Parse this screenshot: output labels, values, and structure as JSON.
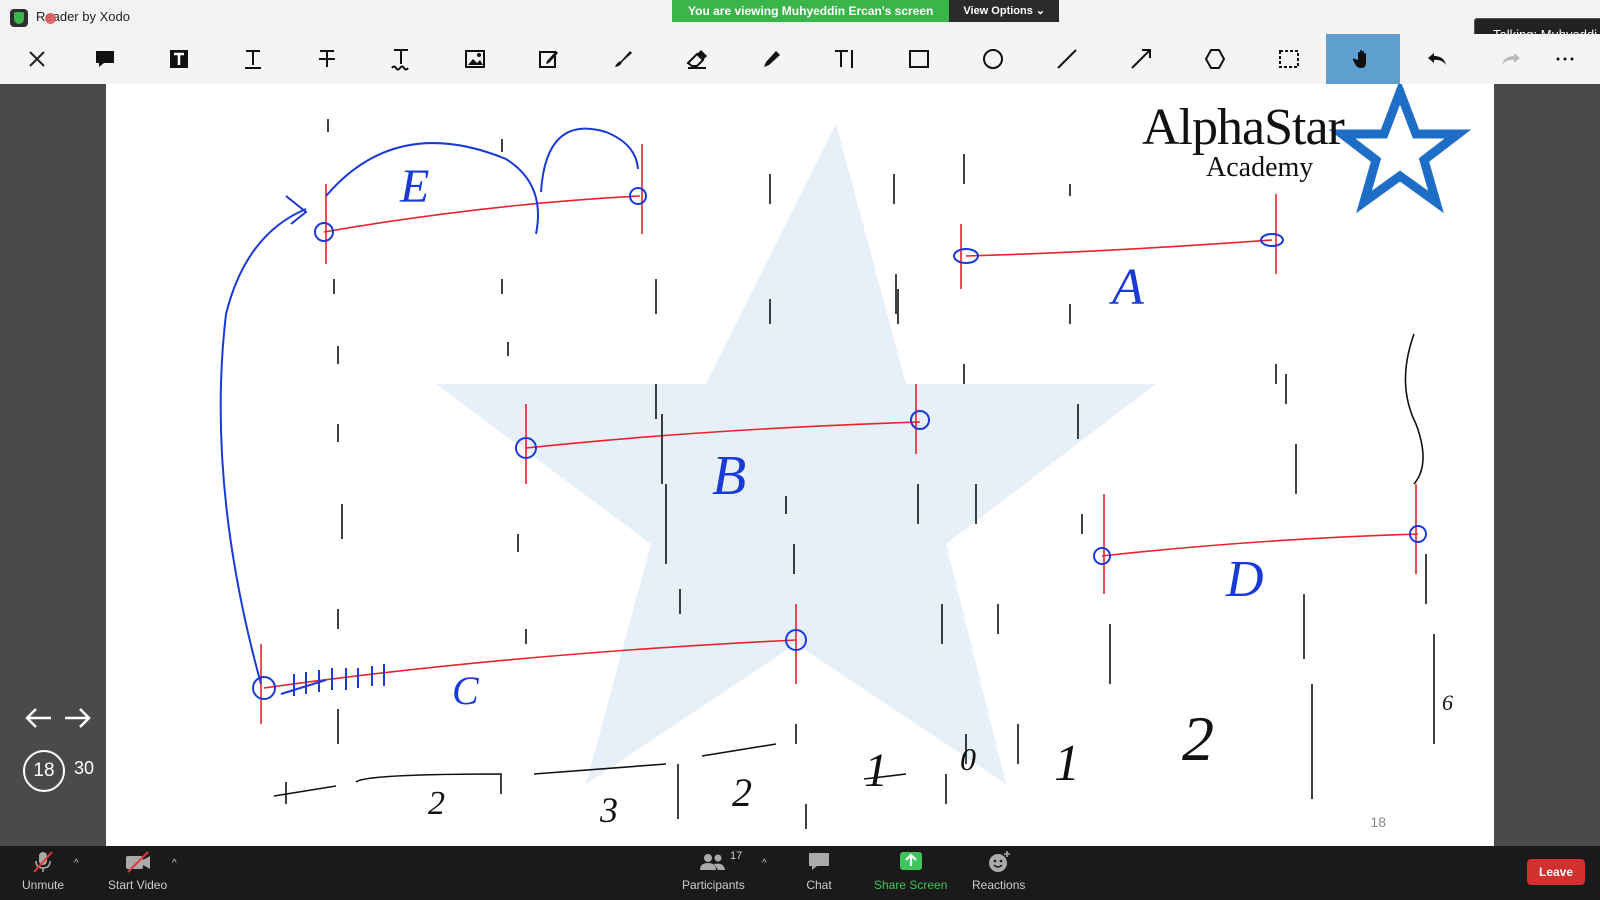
{
  "window": {
    "title": "Reader by Xodo"
  },
  "share_banner": {
    "message": "You are viewing Muhyeddin Ercan's screen",
    "view_options": "View Options"
  },
  "talking": {
    "label": "Talking: Muhyeddi"
  },
  "toolbar": {
    "tools": [
      "close-icon",
      "comment-icon",
      "text-bold-icon",
      "text-underline-icon",
      "text-strikethrough-icon",
      "text-squiggly-icon",
      "image-icon",
      "signature-icon",
      "pen-icon",
      "eraser-icon",
      "highlighter-icon",
      "free-text-icon",
      "rectangle-icon",
      "ellipse-icon",
      "line-icon",
      "arrow-icon",
      "polygon-icon",
      "selection-icon",
      "hand-icon",
      "undo-icon",
      "redo-icon",
      "more-icon"
    ],
    "active_tool": "hand-icon"
  },
  "logo": {
    "alpha": "AlphaStar",
    "academy": "Academy"
  },
  "page": {
    "number_label": "18"
  },
  "pager": {
    "current": "18",
    "total": "30"
  },
  "board": {
    "labels": {
      "A": "A",
      "B": "B",
      "C": "C",
      "D": "D",
      "E": "E"
    },
    "numbers": [
      "2",
      "3",
      "2",
      "1",
      "0",
      "1",
      "2",
      "6"
    ]
  },
  "bottom_bar": {
    "unmute": "Unmute",
    "start_video": "Start Video",
    "participants": "Participants",
    "participants_count": "17",
    "chat": "Chat",
    "share_screen": "Share Screen",
    "reactions": "Reactions",
    "leave": "Leave"
  },
  "colors": {
    "banner_green": "#3ab54a",
    "tool_active": "#5f9fcf",
    "ink_blue": "#1a3ad8",
    "ink_red": "#e8232a",
    "leave_red": "#d32f2f"
  }
}
